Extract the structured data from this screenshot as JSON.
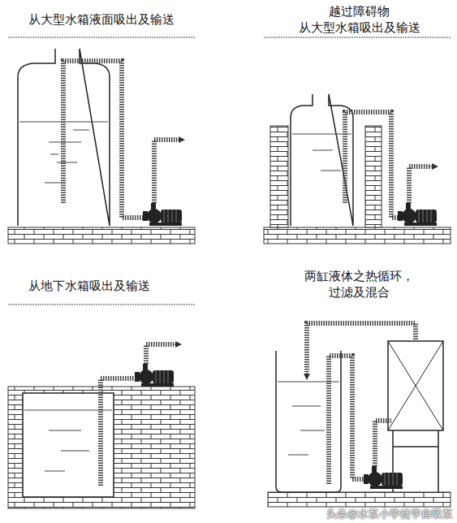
{
  "diagram": {
    "labels": [
      "从大型水箱液面吸出及输送",
      "越过障碍物 从大型水箱吸出及输送",
      "从地下水箱吸出及输送",
      "两缸液体之热循环， 过滤及混合",
      "头条@水泵小学徒学自吸泵"
    ]
  }
}
